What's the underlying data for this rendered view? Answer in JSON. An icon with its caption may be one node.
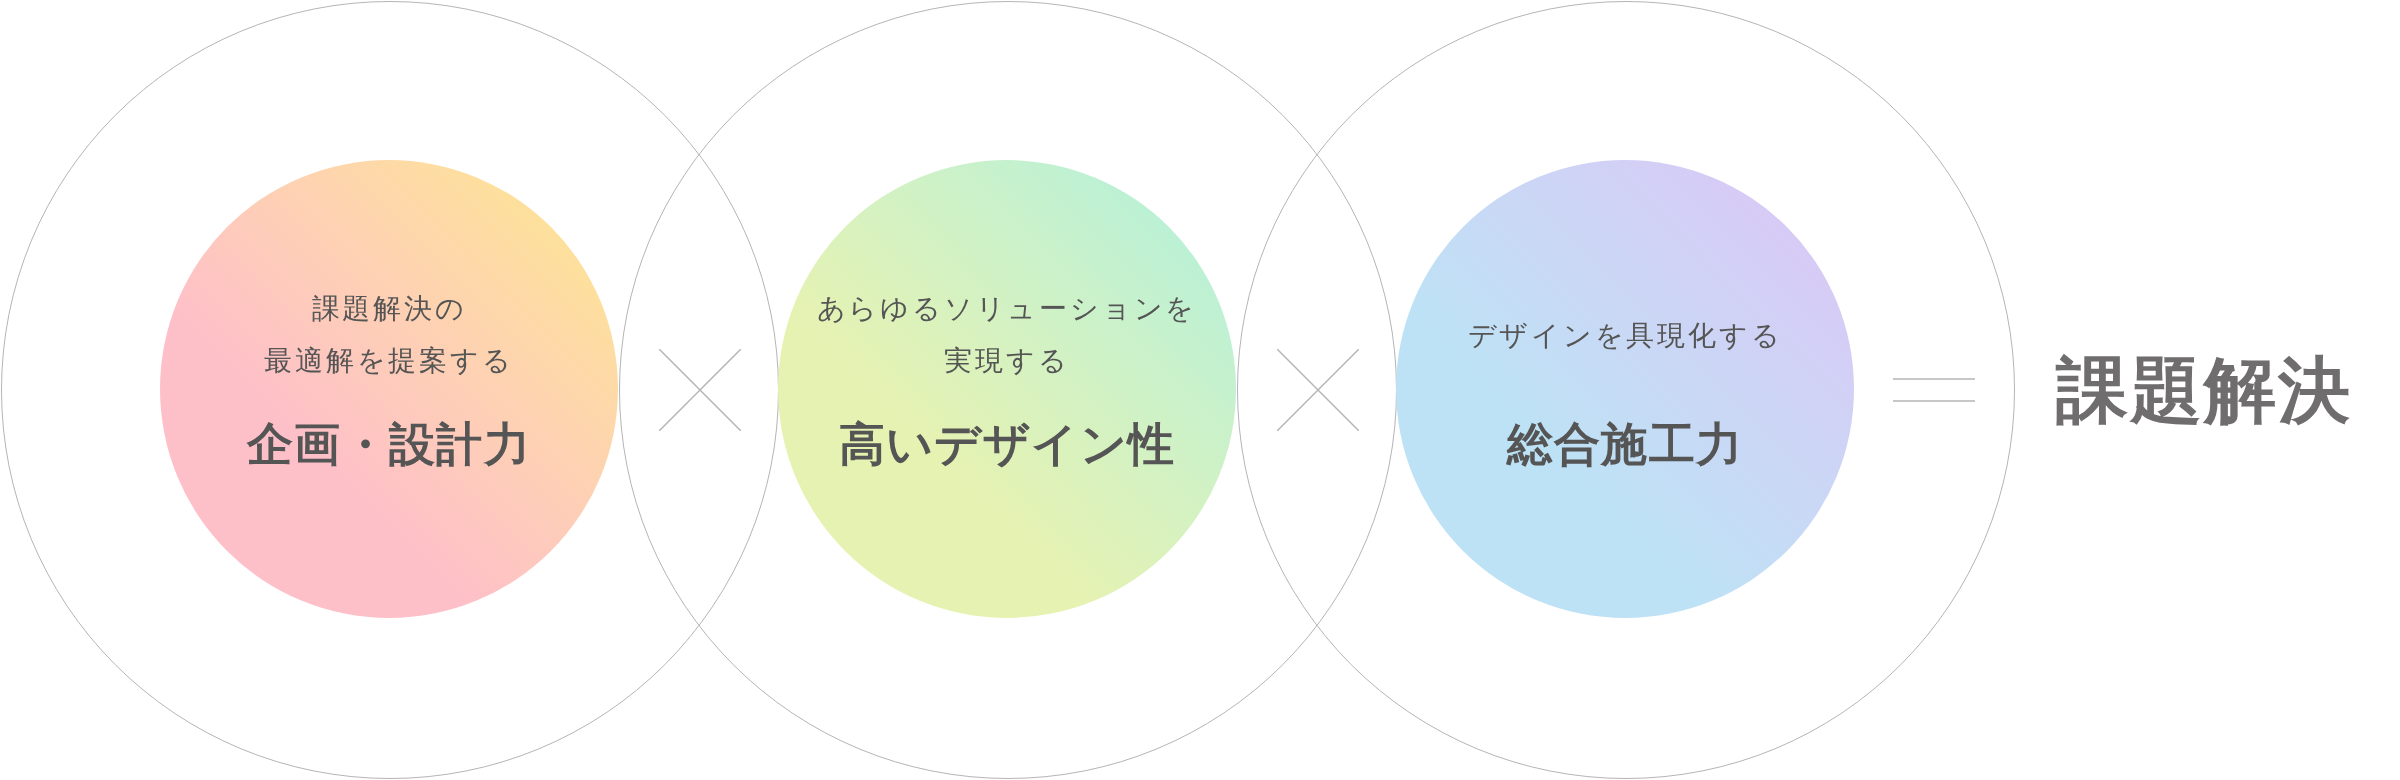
{
  "diagram": {
    "nodes": [
      {
        "text": [],
        "shape": "circle"
      },
      {
        "text": [
          "課題解決の最適解を提案する",
          "企画・設計力"
        ],
        "in": 0
      },
      {
        "text": [],
        "shape": "circle"
      },
      {
        "text": [
          "あらゆるソリューションを実現する",
          "高いデザイン性"
        ],
        "in": 2
      },
      {
        "text": [],
        "shape": "circle"
      },
      {
        "text": [
          "デザインを具現化する",
          "総合施工力"
        ],
        "in": 4
      }
    ],
    "labels": [
      "課題解決"
    ]
  }
}
